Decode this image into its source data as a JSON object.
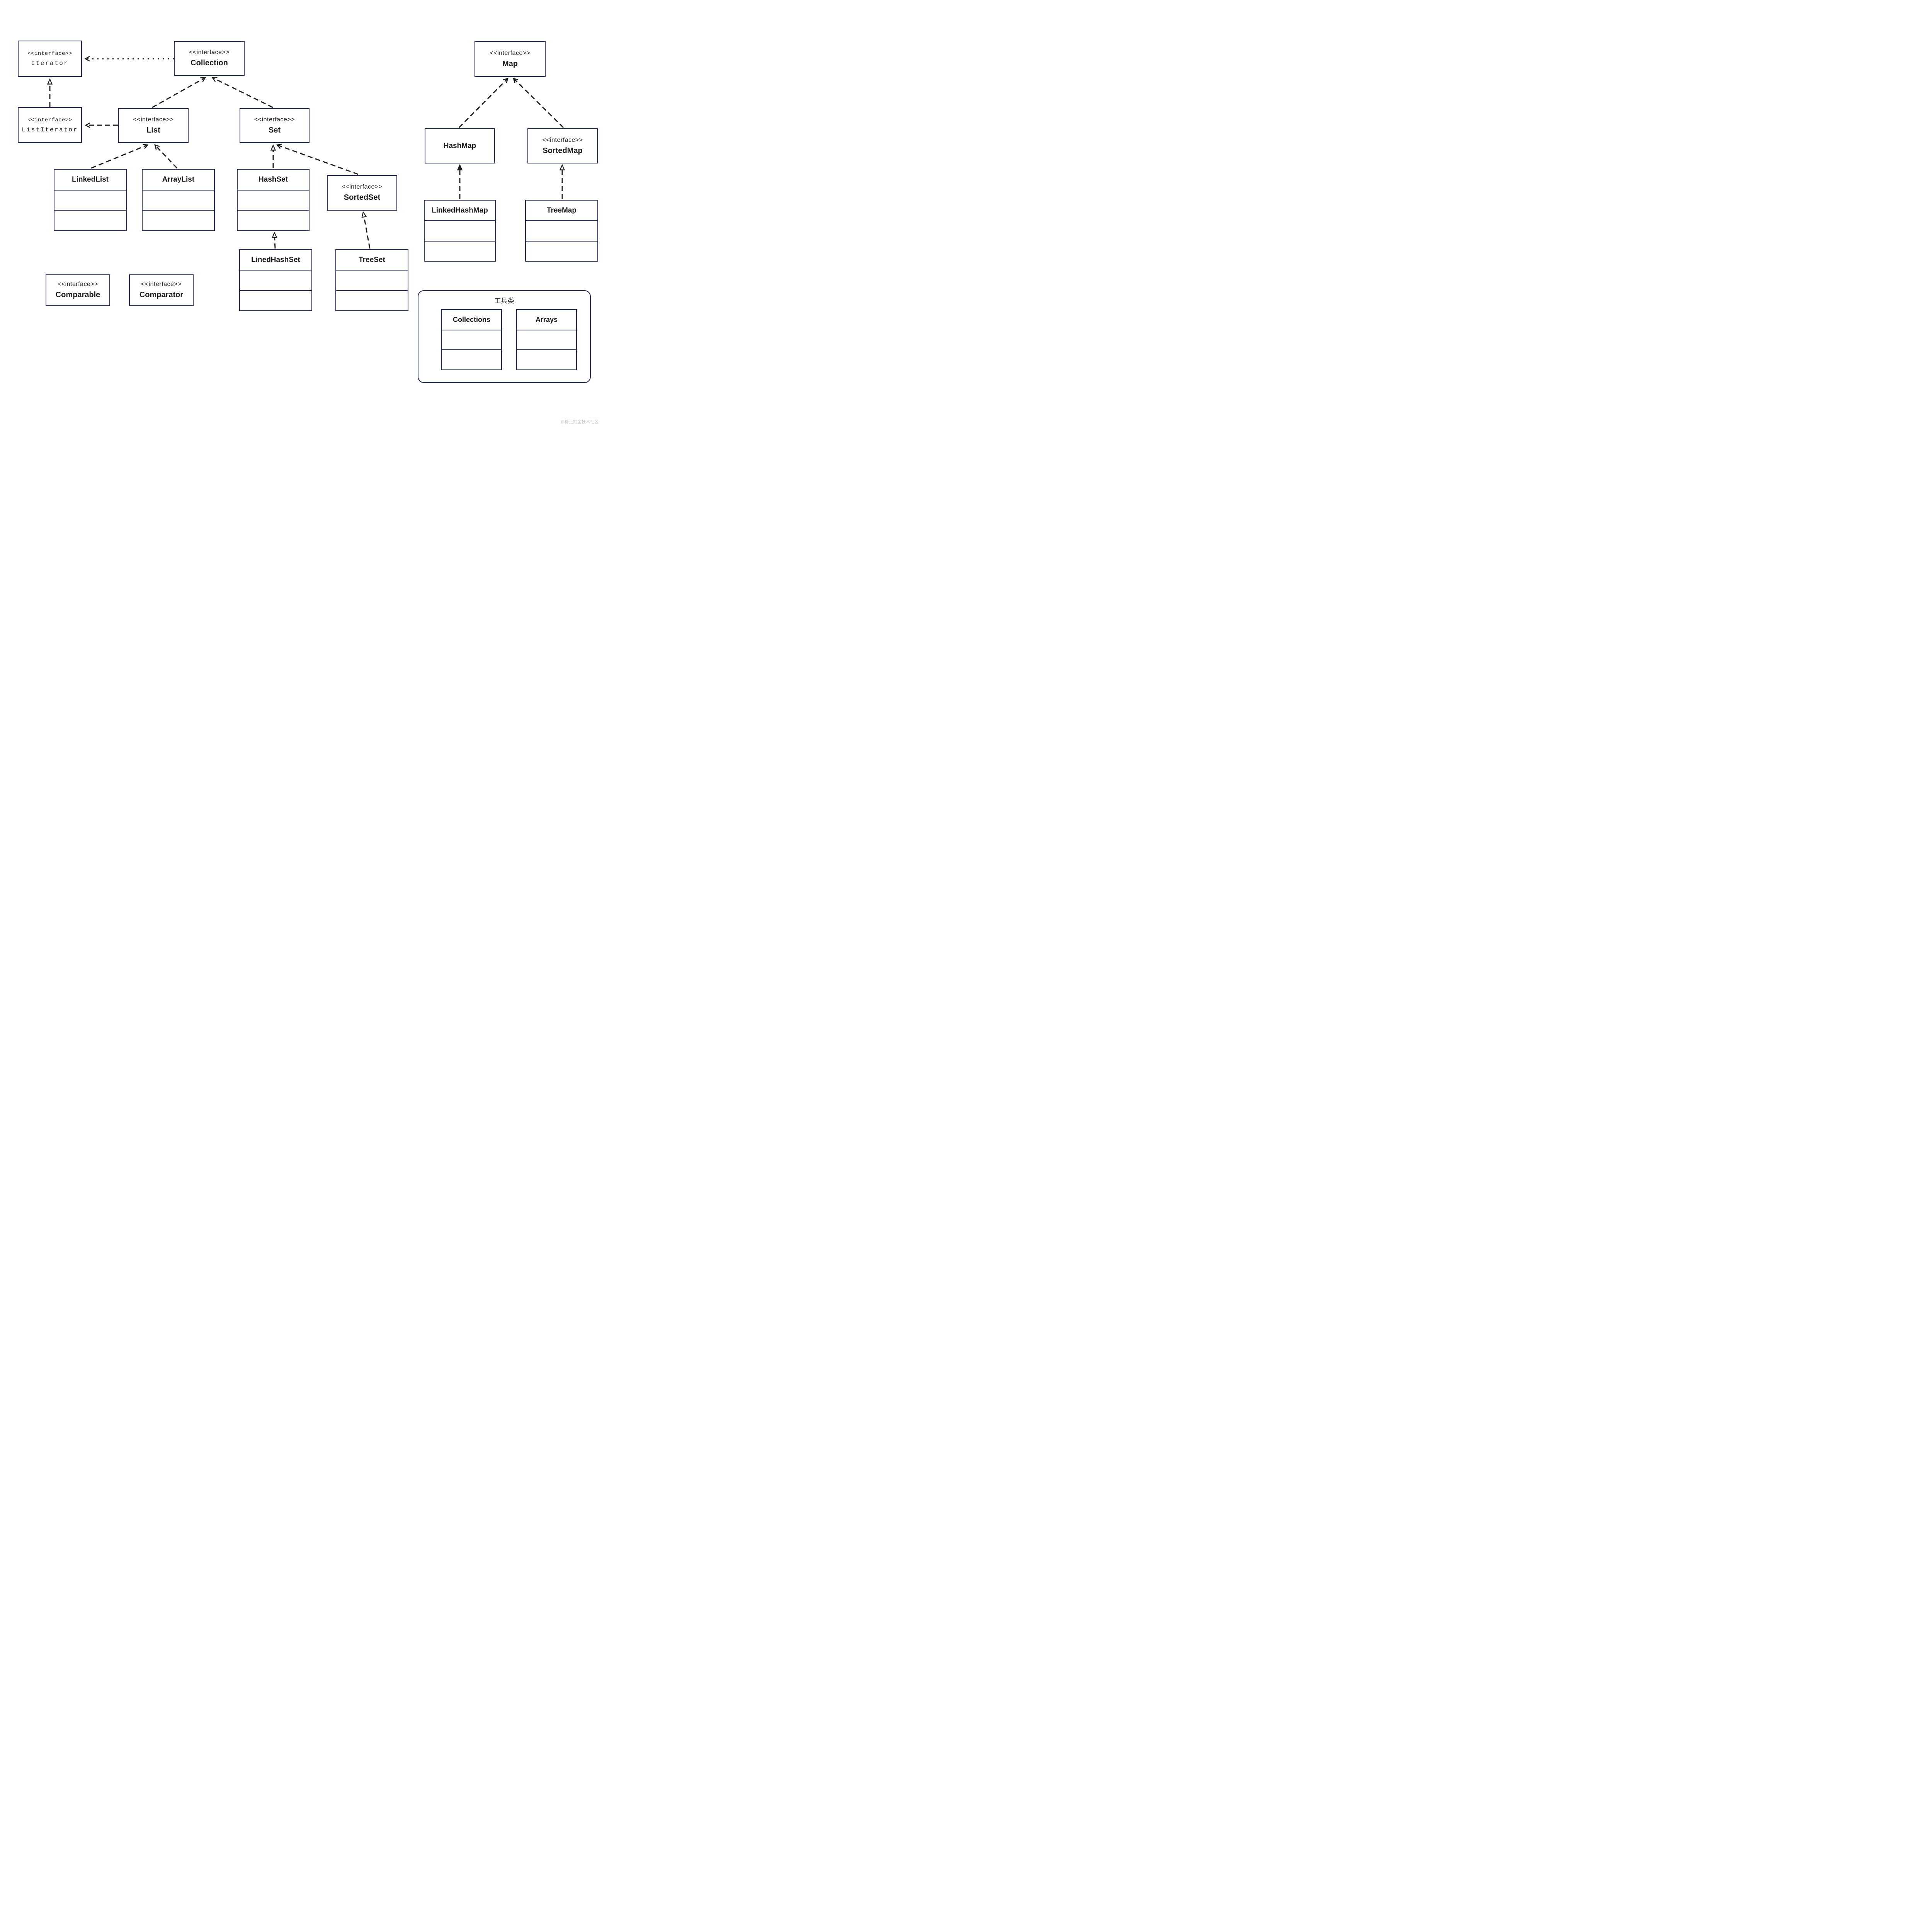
{
  "watermark": "@稀土掘金技术社区",
  "colors": {
    "background": "#ffffff",
    "box_border": "#232c52",
    "line": "#1c1c1c",
    "watermark": "#c6c6c6"
  },
  "toolbox": {
    "label": "工具类"
  },
  "nodes": {
    "iterator": {
      "stereotype": "<<interface>>",
      "name": "Iterator"
    },
    "listiterator": {
      "stereotype": "<<interface>>",
      "name": "ListIterator"
    },
    "collection": {
      "stereotype": "<<interface>>",
      "name": "Collection"
    },
    "list": {
      "stereotype": "<<interface>>",
      "name": "List"
    },
    "set": {
      "stereotype": "<<interface>>",
      "name": "Set"
    },
    "map": {
      "stereotype": "<<interface>>",
      "name": "Map"
    },
    "sortedset": {
      "stereotype": "<<interface>>",
      "name": "SortedSet"
    },
    "sortedmap": {
      "stereotype": "<<interface>>",
      "name": "SortedMap"
    },
    "comparable": {
      "stereotype": "<<interface>>",
      "name": "Comparable"
    },
    "comparator": {
      "stereotype": "<<interface>>",
      "name": "Comparator"
    },
    "linkedlist": {
      "name": "LinkedList"
    },
    "arraylist": {
      "name": "ArrayList"
    },
    "hashset": {
      "name": "HashSet"
    },
    "linedhashset": {
      "name": "LinedHashSet"
    },
    "treeset": {
      "name": "TreeSet"
    },
    "hashmap": {
      "name": "HashMap"
    },
    "linkedhashmap": {
      "name": "LinkedHashMap"
    },
    "treemap": {
      "name": "TreeMap"
    },
    "collections": {
      "name": "Collections"
    },
    "arrays": {
      "name": "Arrays"
    }
  },
  "edges": [
    {
      "from": "Collection",
      "to": "Iterator",
      "line": "dotted",
      "arrow": "open-vee"
    },
    {
      "from": "ListIterator",
      "to": "Iterator",
      "line": "dashed",
      "arrow": "hollow-triangle"
    },
    {
      "from": "List",
      "to": "ListIterator",
      "line": "dashed",
      "arrow": "open-vee"
    },
    {
      "from": "List",
      "to": "Collection",
      "line": "dashed",
      "arrow": "open-vee"
    },
    {
      "from": "Set",
      "to": "Collection",
      "line": "dashed",
      "arrow": "open-vee"
    },
    {
      "from": "LinkedList",
      "to": "List",
      "line": "dashed",
      "arrow": "open-vee"
    },
    {
      "from": "ArrayList",
      "to": "List",
      "line": "dashed",
      "arrow": "open-vee"
    },
    {
      "from": "HashSet",
      "to": "Set",
      "line": "dashed",
      "arrow": "hollow-triangle"
    },
    {
      "from": "SortedSet",
      "to": "Set",
      "line": "dashed",
      "arrow": "open-vee"
    },
    {
      "from": "LinedHashSet",
      "to": "HashSet",
      "line": "dashed",
      "arrow": "hollow-triangle"
    },
    {
      "from": "TreeSet",
      "to": "SortedSet",
      "line": "dashed",
      "arrow": "hollow-triangle"
    },
    {
      "from": "HashMap",
      "to": "Map",
      "line": "dashed",
      "arrow": "open-vee"
    },
    {
      "from": "SortedMap",
      "to": "Map",
      "line": "dashed",
      "arrow": "open-vee"
    },
    {
      "from": "LinkedHashMap",
      "to": "HashMap",
      "line": "dashed",
      "arrow": "filled-triangle"
    },
    {
      "from": "TreeMap",
      "to": "SortedMap",
      "line": "dashed",
      "arrow": "hollow-triangle"
    }
  ]
}
